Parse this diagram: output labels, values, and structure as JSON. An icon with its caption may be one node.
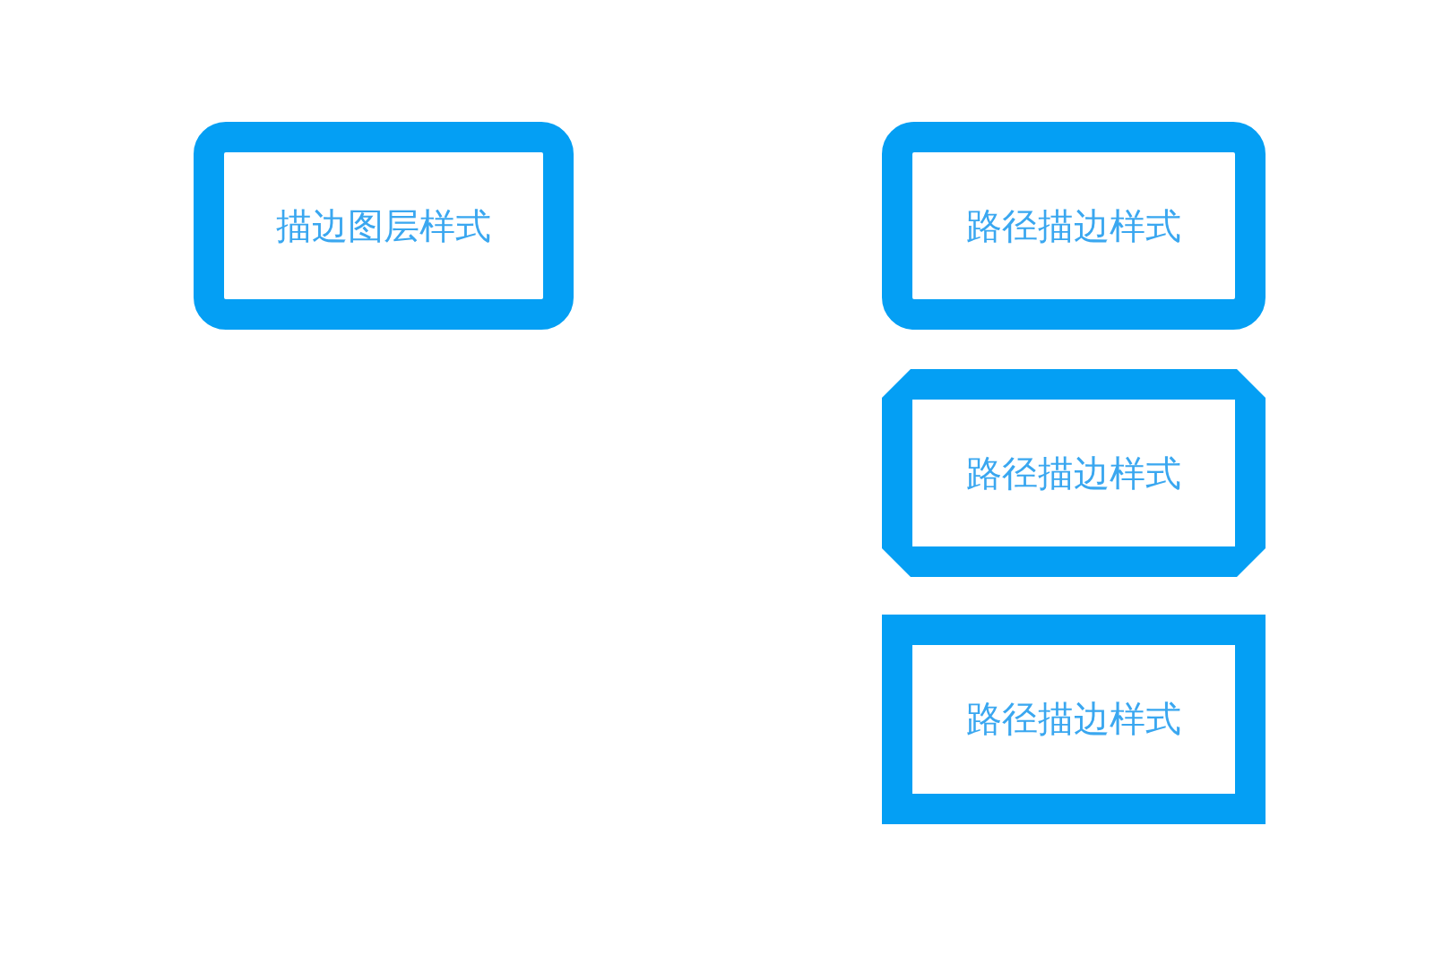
{
  "diagram": {
    "nodes": [
      {
        "text": [
          "描边图层样式"
        ]
      },
      {
        "text": [
          "路径描边样式"
        ]
      },
      {
        "text": [
          "路径描边样式"
        ]
      },
      {
        "text": [
          "路径描边样式"
        ]
      }
    ]
  }
}
